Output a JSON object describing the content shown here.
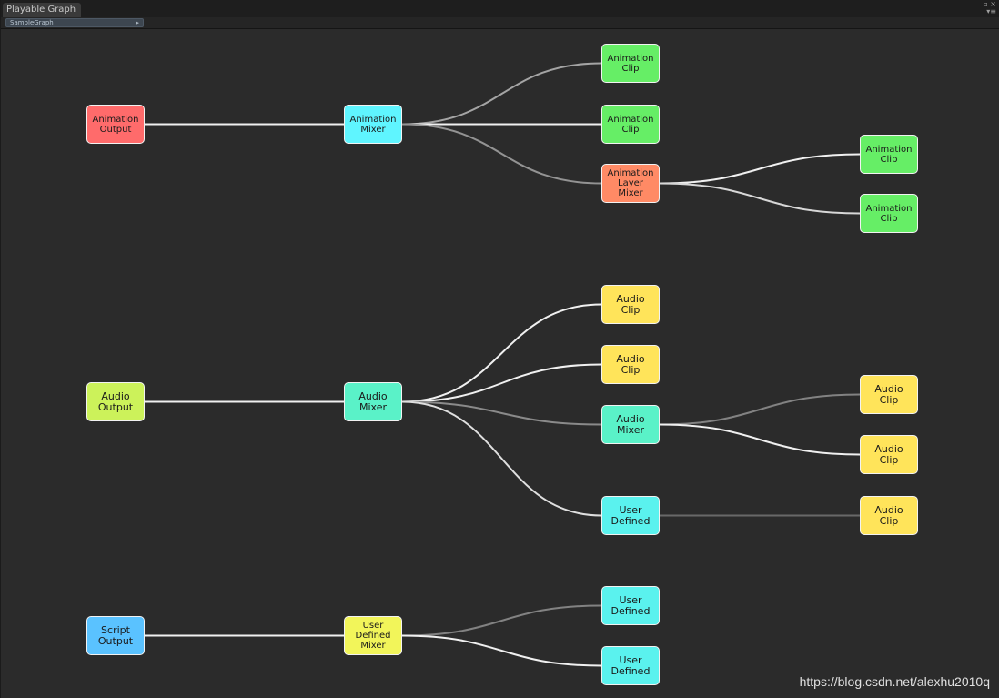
{
  "window": {
    "tab_title": "Playable Graph",
    "graph_selector": "SampleGraph"
  },
  "colors": {
    "background": "#2b2b2b",
    "animation_output": "#ff6b6b",
    "animation_mixer": "#5ff5ff",
    "animation_clip": "#66ee66",
    "animation_layer_mixer": "#ff8a65",
    "audio_output": "#ccf25a",
    "audio_mixer": "#5af2c8",
    "audio_clip": "#ffe45a",
    "user_defined": "#5af2ee",
    "script_output": "#5ac2ff",
    "user_defined_mixer": "#f2f55a"
  },
  "nodes": [
    {
      "id": "anim-output",
      "lines": [
        "Animation",
        "Output"
      ],
      "color": "#ff6b6b",
      "size": "small"
    },
    {
      "id": "anim-mixer",
      "lines": [
        "Animation",
        "Mixer"
      ],
      "color": "#5ff5ff",
      "size": "small"
    },
    {
      "id": "anim-clip-1",
      "lines": [
        "Animation",
        "Clip"
      ],
      "color": "#66ee66",
      "size": "small"
    },
    {
      "id": "anim-clip-2",
      "lines": [
        "Animation",
        "Clip"
      ],
      "color": "#66ee66",
      "size": "small"
    },
    {
      "id": "anim-layer-mixer",
      "lines": [
        "Animation",
        "Layer",
        "Mixer"
      ],
      "color": "#ff8a65",
      "size": "small"
    },
    {
      "id": "anim-clip-3",
      "lines": [
        "Animation",
        "Clip"
      ],
      "color": "#66ee66",
      "size": "small"
    },
    {
      "id": "anim-clip-4",
      "lines": [
        "Animation",
        "Clip"
      ],
      "color": "#66ee66",
      "size": "small"
    },
    {
      "id": "audio-output",
      "lines": [
        "Audio",
        "Output"
      ],
      "color": "#ccf25a",
      "size": "normal"
    },
    {
      "id": "audio-mixer",
      "lines": [
        "Audio",
        "Mixer"
      ],
      "color": "#5af2c8",
      "size": "normal"
    },
    {
      "id": "audio-clip-1",
      "lines": [
        "Audio",
        "Clip"
      ],
      "color": "#ffe45a",
      "size": "normal"
    },
    {
      "id": "audio-clip-2",
      "lines": [
        "Audio",
        "Clip"
      ],
      "color": "#ffe45a",
      "size": "normal"
    },
    {
      "id": "audio-mixer-2",
      "lines": [
        "Audio",
        "Mixer"
      ],
      "color": "#5af2c8",
      "size": "normal"
    },
    {
      "id": "user-defined-1",
      "lines": [
        "User",
        "Defined"
      ],
      "color": "#5af2ee",
      "size": "normal"
    },
    {
      "id": "audio-clip-3",
      "lines": [
        "Audio",
        "Clip"
      ],
      "color": "#ffe45a",
      "size": "normal"
    },
    {
      "id": "audio-clip-4",
      "lines": [
        "Audio",
        "Clip"
      ],
      "color": "#ffe45a",
      "size": "normal"
    },
    {
      "id": "audio-clip-5",
      "lines": [
        "Audio",
        "Clip"
      ],
      "color": "#ffe45a",
      "size": "normal"
    },
    {
      "id": "script-output",
      "lines": [
        "Script",
        "Output"
      ],
      "color": "#5ac2ff",
      "size": "normal"
    },
    {
      "id": "user-defined-mixer",
      "lines": [
        "User",
        "Defined",
        "Mixer"
      ],
      "color": "#f2f55a",
      "size": "small"
    },
    {
      "id": "user-defined-2",
      "lines": [
        "User",
        "Defined"
      ],
      "color": "#5af2ee",
      "size": "normal"
    },
    {
      "id": "user-defined-3",
      "lines": [
        "User",
        "Defined"
      ],
      "color": "#5af2ee",
      "size": "normal"
    }
  ],
  "edges": [
    {
      "from": "anim-output",
      "to": "anim-mixer",
      "weight": 1.0
    },
    {
      "from": "anim-mixer",
      "to": "anim-clip-1",
      "weight": 0.55
    },
    {
      "from": "anim-mixer",
      "to": "anim-clip-2",
      "weight": 1.0
    },
    {
      "from": "anim-mixer",
      "to": "anim-layer-mixer",
      "weight": 0.45
    },
    {
      "from": "anim-layer-mixer",
      "to": "anim-clip-3",
      "weight": 1.0
    },
    {
      "from": "anim-layer-mixer",
      "to": "anim-clip-4",
      "weight": 0.85
    },
    {
      "from": "audio-output",
      "to": "audio-mixer",
      "weight": 1.0
    },
    {
      "from": "audio-mixer",
      "to": "audio-clip-1",
      "weight": 1.0
    },
    {
      "from": "audio-mixer",
      "to": "audio-clip-2",
      "weight": 1.0
    },
    {
      "from": "audio-mixer",
      "to": "audio-mixer-2",
      "weight": 0.4
    },
    {
      "from": "audio-mixer",
      "to": "user-defined-1",
      "weight": 0.9
    },
    {
      "from": "audio-mixer-2",
      "to": "audio-clip-3",
      "weight": 0.35
    },
    {
      "from": "audio-mixer-2",
      "to": "audio-clip-4",
      "weight": 1.0
    },
    {
      "from": "user-defined-1",
      "to": "audio-clip-5",
      "weight": 0.2
    },
    {
      "from": "script-output",
      "to": "user-defined-mixer",
      "weight": 1.0
    },
    {
      "from": "user-defined-mixer",
      "to": "user-defined-2",
      "weight": 0.35
    },
    {
      "from": "user-defined-mixer",
      "to": "user-defined-3",
      "weight": 1.0
    }
  ],
  "watermark": "https://blog.csdn.net/alexhu2010q"
}
